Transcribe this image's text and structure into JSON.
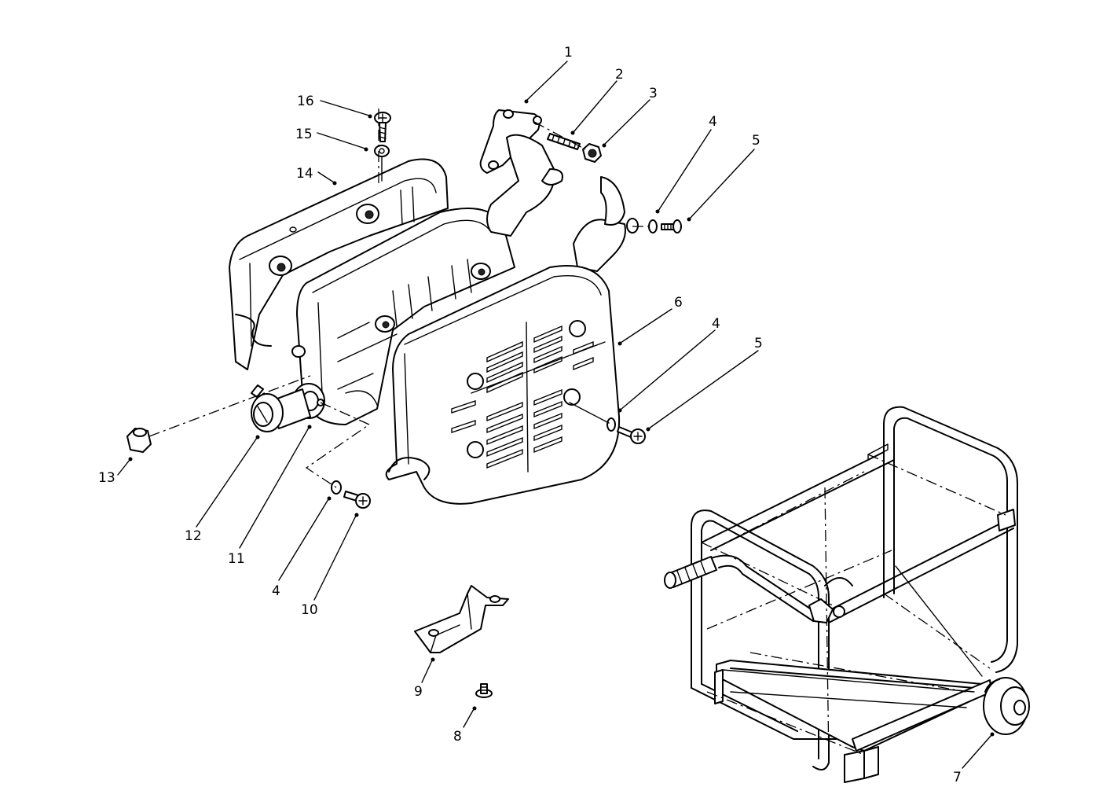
{
  "callouts": [
    {
      "id": "c1",
      "label": "1"
    },
    {
      "id": "c2",
      "label": "2"
    },
    {
      "id": "c3",
      "label": "3"
    },
    {
      "id": "c4a",
      "label": "4"
    },
    {
      "id": "c5a",
      "label": "5"
    },
    {
      "id": "c6",
      "label": "6"
    },
    {
      "id": "c4b",
      "label": "4"
    },
    {
      "id": "c5b",
      "label": "5"
    },
    {
      "id": "c16",
      "label": "16"
    },
    {
      "id": "c15",
      "label": "15"
    },
    {
      "id": "c14",
      "label": "14"
    },
    {
      "id": "c13",
      "label": "13"
    },
    {
      "id": "c12",
      "label": "12"
    },
    {
      "id": "c11",
      "label": "11"
    },
    {
      "id": "c4c",
      "label": "4"
    },
    {
      "id": "c10",
      "label": "10"
    },
    {
      "id": "c9",
      "label": "9"
    },
    {
      "id": "c8",
      "label": "8"
    },
    {
      "id": "c7",
      "label": "7"
    }
  ]
}
